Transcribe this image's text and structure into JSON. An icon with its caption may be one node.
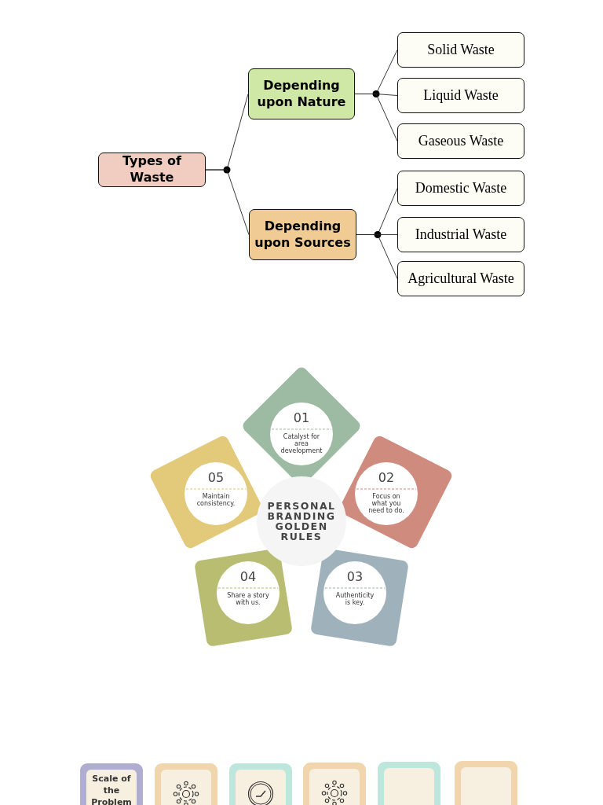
{
  "diagram": {
    "nodes": [
      {
        "text": [
          "Types of Waste"
        ]
      },
      {
        "text": [
          "Depending upon Nature"
        ]
      },
      {
        "text": [
          "Depending upon Sources"
        ]
      },
      {
        "text": [
          "Solid Waste"
        ]
      },
      {
        "text": [
          "Liquid Waste"
        ]
      },
      {
        "text": [
          "Gaseous Waste"
        ]
      },
      {
        "text": [
          "Domestic Waste"
        ]
      },
      {
        "text": [
          "Industrial Waste"
        ]
      },
      {
        "text": [
          "Agricultural Waste"
        ]
      },
      {
        "text": [
          "PERSONAL BRANDING GOLDEN RULES"
        ]
      },
      {
        "text": [
          "01",
          "Catalyst for area development"
        ]
      },
      {
        "text": [
          "02",
          "Focus on what you need to do."
        ]
      },
      {
        "text": [
          "03",
          "Authenticity is key."
        ]
      },
      {
        "text": [
          "04",
          "Share a story with us."
        ]
      },
      {
        "text": [
          "05",
          "Maintain consistency."
        ]
      },
      {
        "text": [
          "Scale of the Problem"
        ]
      },
      {
        "text": [],
        "shape": "box"
      },
      {
        "text": [],
        "shape": "box"
      },
      {
        "text": [],
        "shape": "box"
      },
      {
        "text": [],
        "shape": "box"
      },
      {
        "text": [],
        "shape": "box"
      }
    ],
    "edges": [
      {
        "from": 0,
        "to": 1,
        "arrow": "none"
      },
      {
        "from": 0,
        "to": 2,
        "arrow": "none"
      },
      {
        "from": 1,
        "to": 3,
        "arrow": "none"
      },
      {
        "from": 1,
        "to": 4,
        "arrow": "none"
      },
      {
        "from": 1,
        "to": 5,
        "arrow": "none"
      },
      {
        "from": 2,
        "to": 6,
        "arrow": "none"
      },
      {
        "from": 2,
        "to": 7,
        "arrow": "none"
      },
      {
        "from": 2,
        "to": 8,
        "arrow": "none"
      }
    ]
  }
}
